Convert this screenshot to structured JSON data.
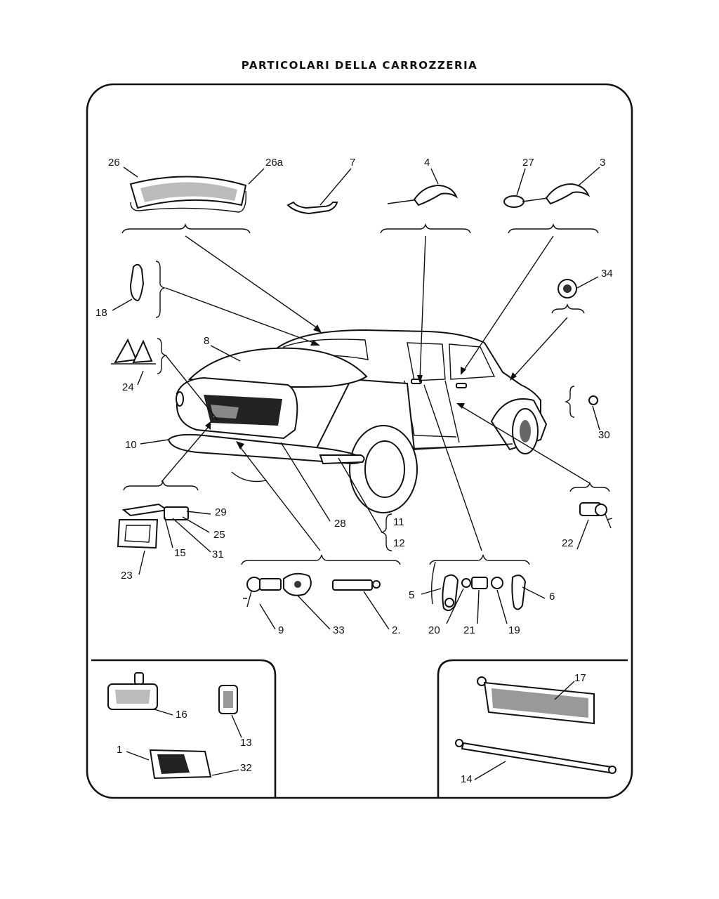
{
  "title": "PARTICOLARI DELLA CARROZZERIA",
  "labels": {
    "n1": "1",
    "n2": "2.",
    "n3": "3",
    "n4": "4",
    "n5": "5",
    "n6": "6",
    "n7": "7",
    "n8": "8",
    "n9": "9",
    "n10": "10",
    "n11": "11",
    "n12": "12",
    "n13": "13",
    "n14": "14",
    "n15": "15",
    "n16": "16",
    "n17": "17",
    "n18": "18",
    "n19": "19",
    "n20": "20",
    "n21": "21",
    "n22": "22",
    "n23": "23",
    "n24": "24",
    "n25": "25",
    "n26": "26",
    "n26a": "26a",
    "n27": "27",
    "n28": "28",
    "n29": "29",
    "n30": "30",
    "n31": "31",
    "n32": "32",
    "n33": "33",
    "n34": "34"
  }
}
